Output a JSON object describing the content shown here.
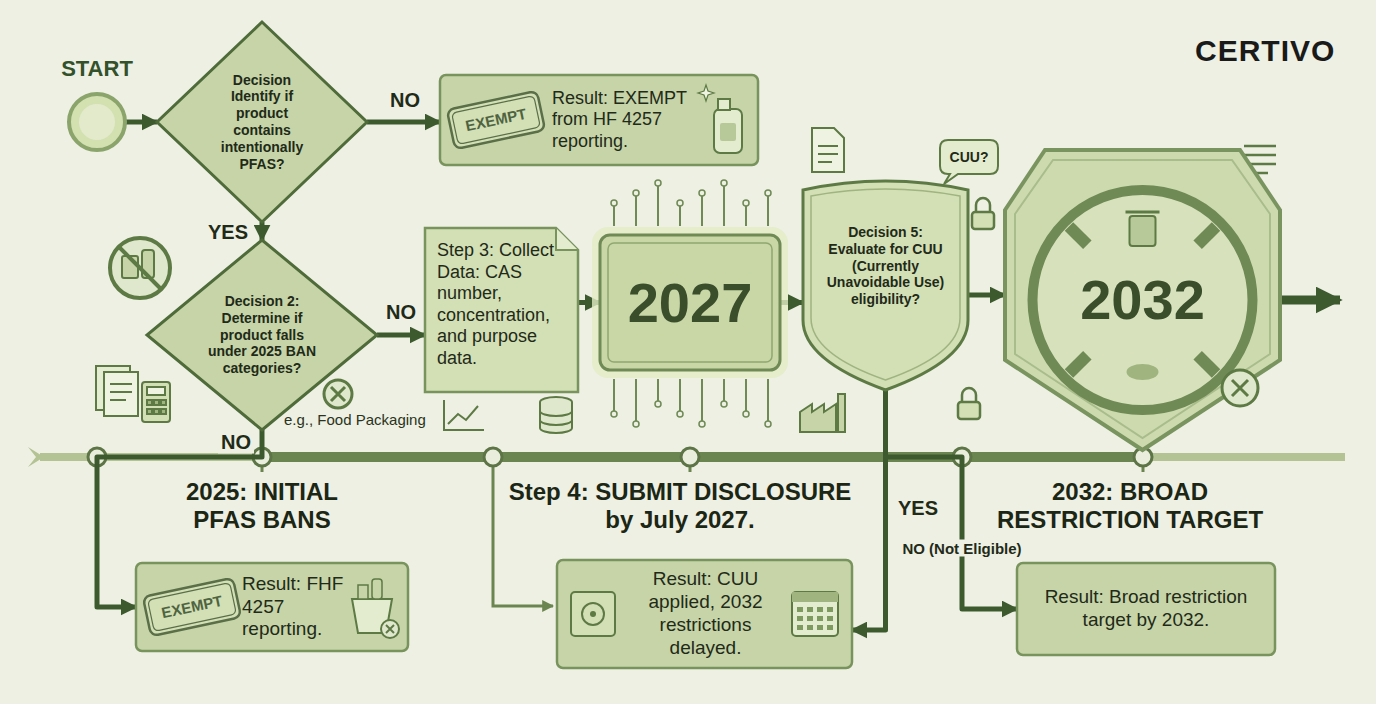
{
  "diagram": {
    "nodes": [
      {
        "text": [
          "START"
        ]
      },
      {
        "text": [
          "Decision Identify if product contains intentionally PFAS?"
        ]
      },
      {
        "text": [
          "Result: EXEMPT from HF 4257 reporting."
        ]
      },
      {
        "text": [
          "EXEMPT"
        ],
        "in": 2
      },
      {
        "text": [
          "Decision 2: Determine if product falls under 2025 BAN categories?"
        ]
      },
      {
        "text": [
          "Step 3: Collect Data: CAS number, concentration, and purpose data."
        ]
      },
      {
        "text": [
          "2027"
        ]
      },
      {
        "text": [
          "Decision 5: Evaluate for CUU (Currently Unavoidable Use) eligibility?"
        ]
      },
      {
        "text": [
          "CUU?"
        ]
      },
      {
        "text": [
          "2032"
        ]
      },
      {
        "text": [
          "Result: FHF 4257 reporting."
        ]
      },
      {
        "text": [
          "EXEMPT"
        ],
        "in": 10
      },
      {
        "text": [
          "Result: CUU applied, 2032 restrictions delayed."
        ]
      },
      {
        "text": [
          "Result: Broad restriction target by 2032."
        ]
      }
    ],
    "edges": [
      {
        "from": 0,
        "to": 1,
        "arrow": "to"
      },
      {
        "from": 1,
        "to": 2,
        "label": "NO",
        "arrow": "to"
      },
      {
        "from": 1,
        "to": 4,
        "label": "YES",
        "arrow": "to"
      },
      {
        "from": 4,
        "to": 5,
        "label": "NO",
        "arrow": "to"
      },
      {
        "from": 5,
        "to": 6,
        "arrow": "to"
      },
      {
        "from": 6,
        "to": 7,
        "arrow": "to"
      },
      {
        "from": 7,
        "to": 9,
        "arrow": "to"
      },
      {
        "from": 4,
        "to": 10,
        "label": "NO",
        "arrow": "to"
      },
      {
        "from": 7,
        "to": 12,
        "label": "YES",
        "arrow": "to"
      },
      {
        "from": 7,
        "to": 13,
        "label": "NO (Not Eligible)",
        "arrow": "to"
      }
    ],
    "labels": [
      "CERTIVO",
      "e.g., Food Packaging",
      "2025: INITIAL PFAS BANS",
      "Step 4: SUBMIT DISCLOSURE by July 2027.",
      "2032: BROAD RESTRICTION TARGET"
    ]
  }
}
